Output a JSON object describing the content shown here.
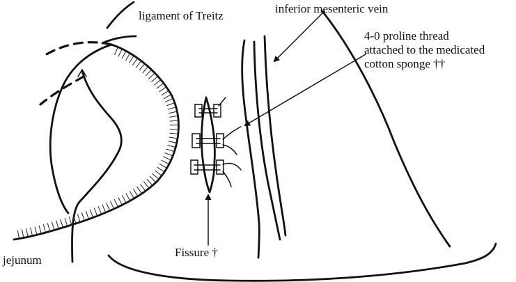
{
  "labels": {
    "ligament": "ligament of Treitz",
    "imv": "inferior mesenteric vein",
    "thread_line1": "4-0 proline thread",
    "thread_line2": "attached to the medicated",
    "thread_line3": "cotton sponge ††",
    "jejunum": "jejunum",
    "fissure": "Fissure †"
  },
  "colors": {
    "ink": "#111111",
    "background": "#ffffff"
  }
}
